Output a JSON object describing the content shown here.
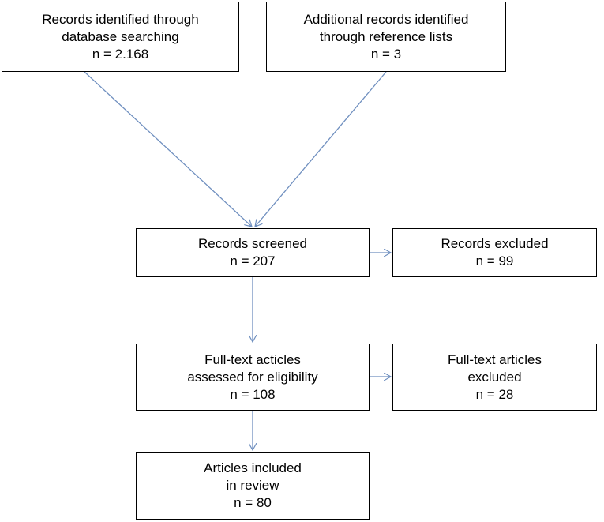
{
  "colors": {
    "box_border": "#000000",
    "arrow": "#6f8fbf",
    "text": "#000000"
  },
  "boxes": {
    "identified_database": {
      "line1": "Records identified through",
      "line2": "database searching",
      "line3": "n = 2.168"
    },
    "identified_references": {
      "line1": "Additional records identified",
      "line2": "through reference lists",
      "line3": "n = 3"
    },
    "screened": {
      "line1": "Records screened",
      "line2": "n = 207"
    },
    "excluded": {
      "line1": "Records excluded",
      "line2": "n = 99"
    },
    "fulltext_assessed": {
      "line1": "Full-text acticles",
      "line2": "assessed for eligibility",
      "line3": "n = 108"
    },
    "fulltext_excluded": {
      "line1": "Full-text articles",
      "line2": "excluded",
      "line3": "n = 28"
    },
    "included": {
      "line1": "Articles included",
      "line2": "in review",
      "line3": "n = 80"
    }
  }
}
